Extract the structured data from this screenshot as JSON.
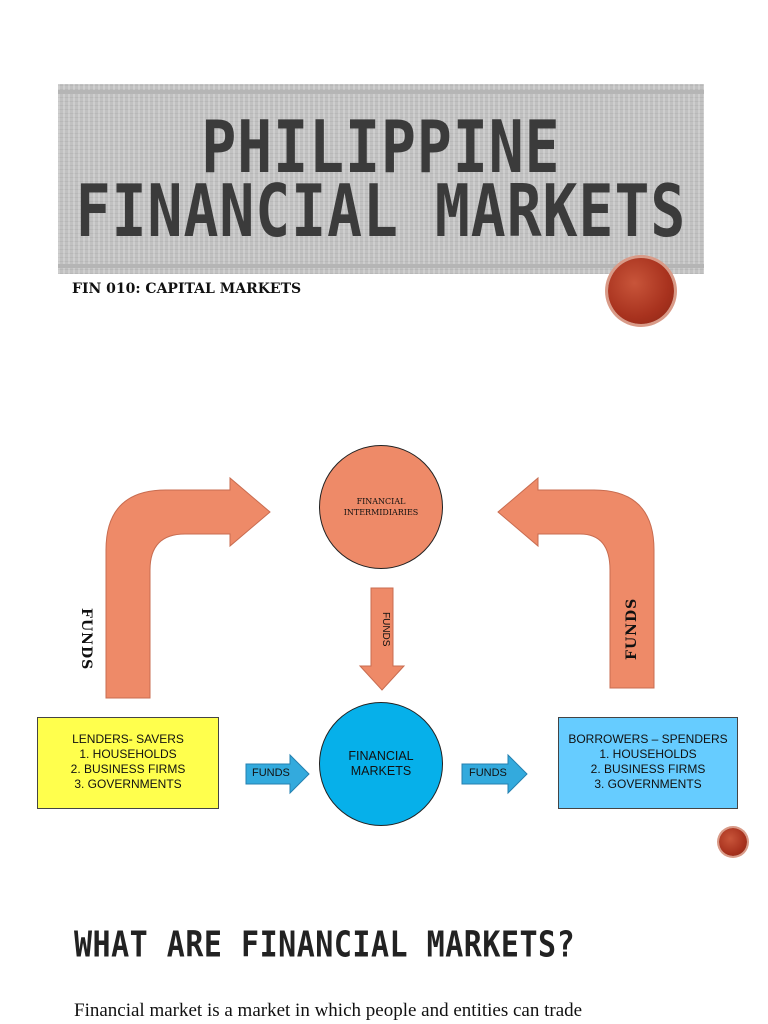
{
  "title": {
    "line1": "PHILIPPINE",
    "line2": "FINANCIAL MARKETS"
  },
  "subtitle": "FIN 010: CAPITAL MARKETS",
  "diagram": {
    "intermediaries": {
      "line1": "FINANCIAL",
      "line2": "INTERMIDIARIES"
    },
    "markets": {
      "line1": "FINANCIAL",
      "line2": "MARKETS"
    },
    "lenders": {
      "heading": "LENDERS- SAVERS",
      "items": [
        "1.  HOUSEHOLDS",
        "2.  BUSINESS FIRMS",
        "3.  GOVERNMENTS"
      ]
    },
    "borrowers": {
      "heading": "BORROWERS – SPENDERS",
      "items": [
        "1.  HOUSEHOLDS",
        "2.  BUSINESS FIRMS",
        "3.  GOVERNMENTS"
      ]
    },
    "funds_label": "FUNDS"
  },
  "section_heading": "WHAT ARE FINANCIAL MARKETS?",
  "body_text": "Financial market is a market in which people and entities can trade",
  "colors": {
    "arrow": "#ee8a68",
    "intermediaries": "#ee8a68",
    "markets": "#06b0ea",
    "lenders_box": "#ffff4d",
    "borrowers_box": "#66ccff",
    "small_arrow": "#33aadd",
    "accent_orb": "#a8321e"
  }
}
